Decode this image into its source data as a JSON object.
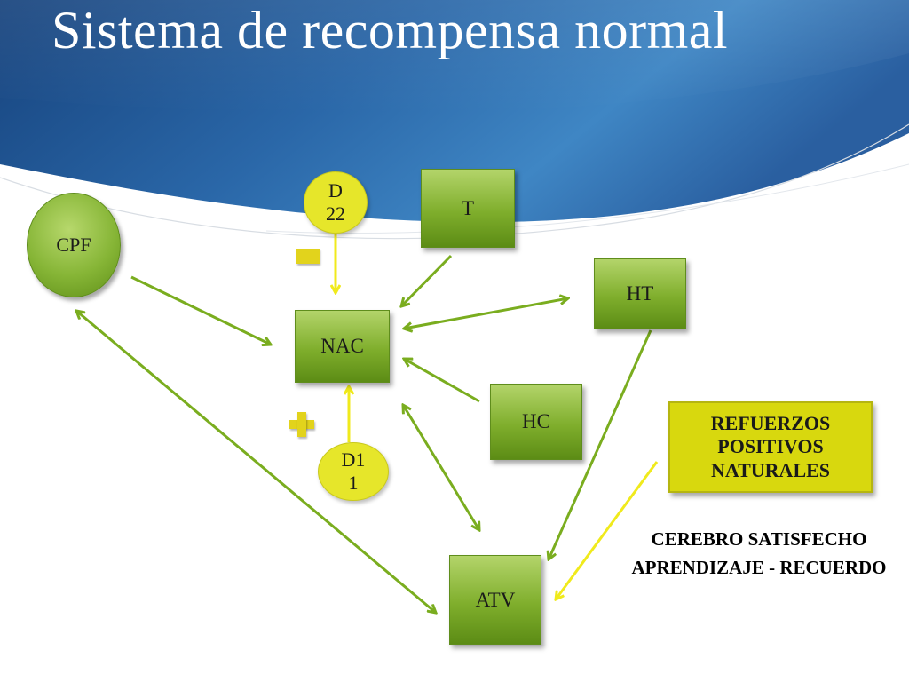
{
  "title": "Sistema de recompensa normal",
  "nodes": {
    "cpf": "CPF",
    "t": "T",
    "ht": "HT",
    "nac": "NAC",
    "hc": "HC",
    "atv": "ATV",
    "d22": "D\n22",
    "d11": "D1\n1"
  },
  "reinforcers_box": "REFUERZOS POSITIVOS NATURALES",
  "outcome_note": "CEREBRO SATISFECHO APRENDIZAJE - RECUERDO",
  "colors": {
    "header_blue": "#1d4e8c",
    "node_green": "#7fae2c",
    "arrow_green": "#7aad1f",
    "arrow_yellow": "#f0ea1c",
    "dopamine_yellow": "#e6e62a"
  },
  "edges": [
    {
      "from": "CPF",
      "to": "NAC",
      "direction": "forward"
    },
    {
      "from": "T",
      "to": "NAC",
      "direction": "forward"
    },
    {
      "from": "NAC",
      "to": "HT",
      "direction": "both"
    },
    {
      "from": "HC",
      "to": "NAC",
      "direction": "forward"
    },
    {
      "from": "NAC",
      "to": "ATV",
      "direction": "both"
    },
    {
      "from": "HT",
      "to": "ATV",
      "direction": "forward"
    },
    {
      "from": "CPF",
      "to": "ATV",
      "direction": "both"
    },
    {
      "from": "D22",
      "to": "NAC",
      "direction": "forward"
    },
    {
      "from": "D11",
      "to": "NAC",
      "direction": "forward"
    },
    {
      "from": "REFUERZOS POSITIVOS NATURALES",
      "to": "ATV",
      "direction": "forward"
    }
  ],
  "signs": {
    "inhibitory": "minus-sign",
    "excitatory": "plus-sign"
  }
}
